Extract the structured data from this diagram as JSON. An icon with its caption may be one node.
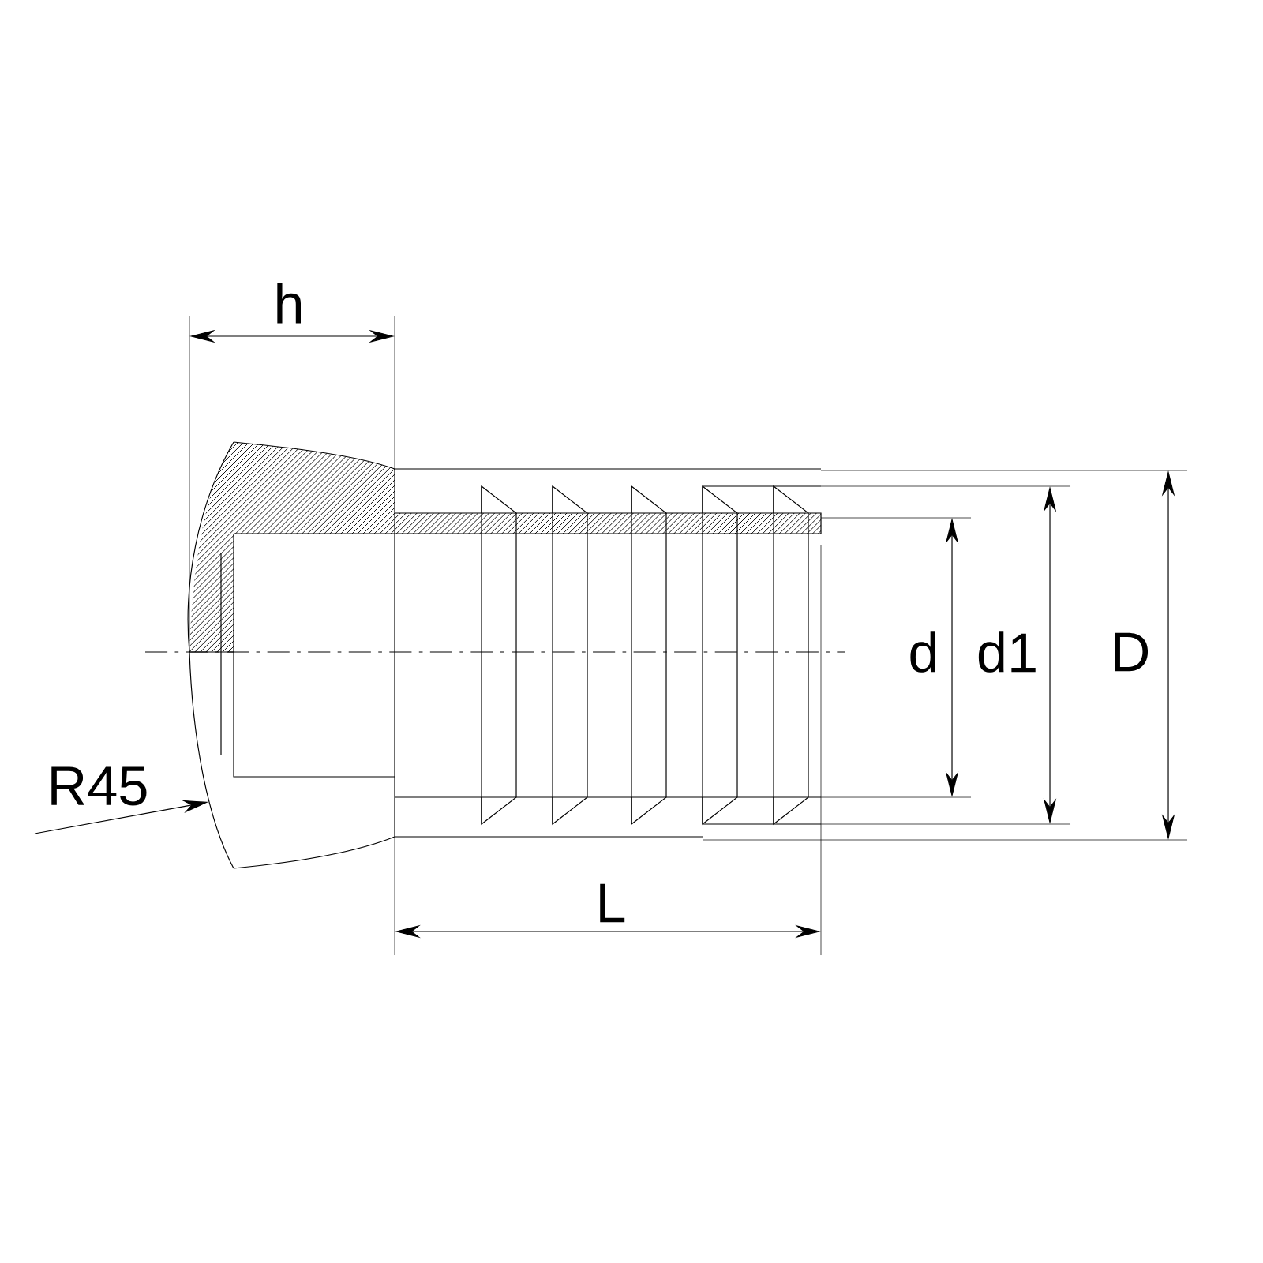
{
  "diagram": {
    "labels": [
      "h",
      "d",
      "d1",
      "D",
      "R45",
      "L"
    ]
  }
}
